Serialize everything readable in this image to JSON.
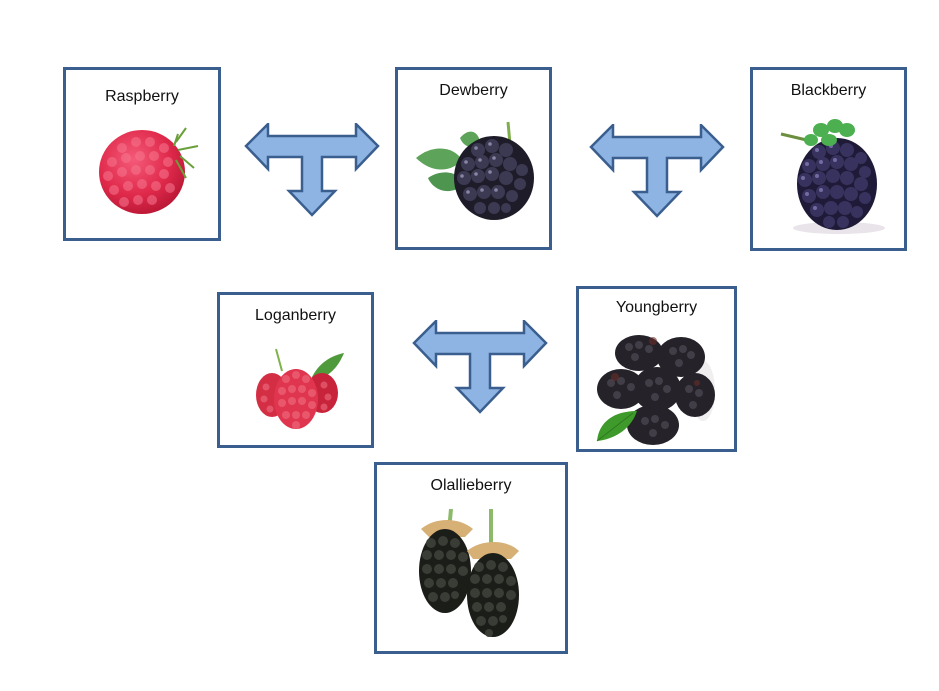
{
  "diagram": {
    "title": "",
    "colors": {
      "box_border": "#3a5f8f",
      "arrow_fill": "#8eb4e3",
      "arrow_stroke": "#3a5f8f",
      "background": "#ffffff"
    },
    "nodes": [
      {
        "id": "raspberry",
        "label": "Raspberry",
        "image": "raspberry-image"
      },
      {
        "id": "dewberry",
        "label": "Dewberry",
        "image": "dewberry-image"
      },
      {
        "id": "blackberry",
        "label": "Blackberry",
        "image": "blackberry-image"
      },
      {
        "id": "loganberry",
        "label": "Loganberry",
        "image": "loganberry-image"
      },
      {
        "id": "youngberry",
        "label": "Youngberry",
        "image": "youngberry-image"
      },
      {
        "id": "olallieberry",
        "label": "Olallieberry",
        "image": "olallieberry-image"
      }
    ],
    "crosses": [
      {
        "parents": [
          "Raspberry",
          "Dewberry"
        ],
        "arrow": "t-arrow (left-right-down)"
      },
      {
        "parents": [
          "Dewberry",
          "Blackberry"
        ],
        "arrow": "t-arrow (left-right-down)"
      },
      {
        "parents": [
          "Loganberry",
          "Youngberry"
        ],
        "child": "Olallieberry",
        "arrow": "t-arrow (left-right-down)"
      }
    ]
  }
}
